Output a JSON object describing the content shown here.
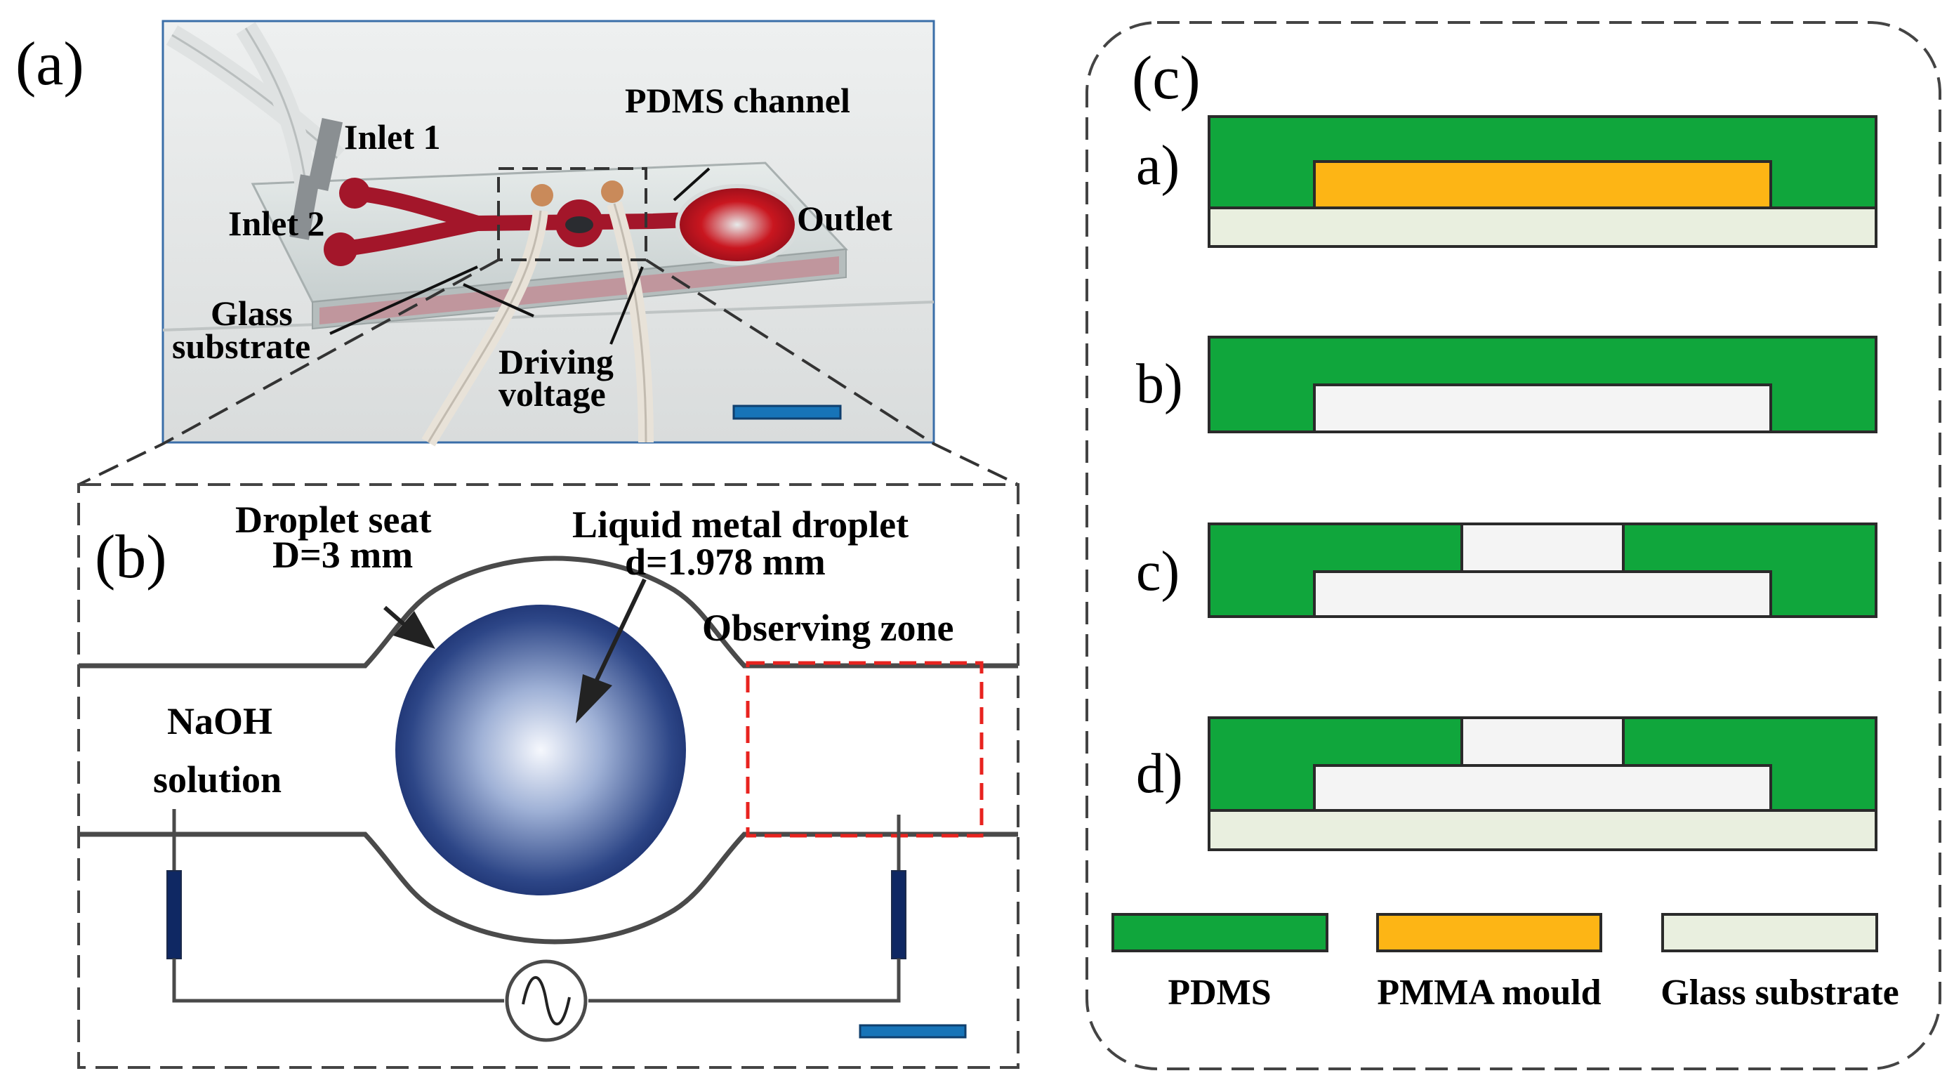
{
  "panels": {
    "a": {
      "label": "(a)",
      "inlet1": "Inlet 1",
      "inlet2": "Inlet 2",
      "channel": "PDMS channel",
      "outlet": "Outlet",
      "glass_line1": "Glass",
      "glass_line2": "substrate",
      "drive_line1": "Driving",
      "drive_line2": "voltage"
    },
    "b": {
      "label": "(b)",
      "seat_line1": "Droplet seat",
      "seat_line2": "D=3 mm",
      "droplet_line1": "Liquid metal droplet",
      "droplet_line2": "d=1.978 mm",
      "zone": "Observing zone",
      "naoh_line1": "NaOH",
      "naoh_line2": "solution"
    },
    "c": {
      "label": "(c)",
      "steps": [
        "a)",
        "b)",
        "c)",
        "d)"
      ],
      "legend": [
        {
          "label": "PDMS",
          "color": "#10a63c"
        },
        {
          "label": "PMMA mould",
          "color": "#fdb515"
        },
        {
          "label": "Glass substrate",
          "color": "#e9efdf"
        }
      ]
    }
  },
  "colors": {
    "pdms": "#10a63c",
    "pmma": "#fdb515",
    "glass": "#e9efdf",
    "channel_void": "#f4f4f4",
    "droplet_dark": "#0d1f5c",
    "droplet_light": "#eef2fb",
    "observe_box": "#e8231f",
    "scale_bar": "#1774b8",
    "fluid": "#a3162a"
  }
}
